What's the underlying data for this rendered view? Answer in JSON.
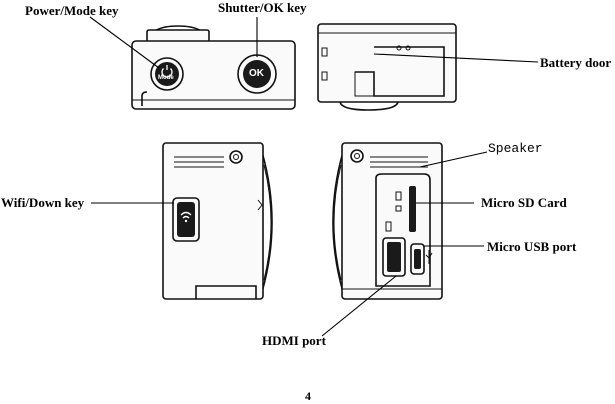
{
  "labels": {
    "power_mode_key": "Power/Mode key",
    "shutter_ok_key": "Shutter/OK key",
    "battery_door": "Battery door",
    "speaker": "Speaker",
    "wifi_down_key": "Wifi/Down key",
    "micro_sd_card": "Micro SD Card",
    "micro_usb_port": "Micro USB port",
    "hdmi_port": "HDMI port"
  },
  "button_text": {
    "mode": "Mode",
    "ok": "OK"
  },
  "page_number": "4",
  "icons": [
    "power-icon",
    "wifi-icon",
    "usb-icon"
  ]
}
